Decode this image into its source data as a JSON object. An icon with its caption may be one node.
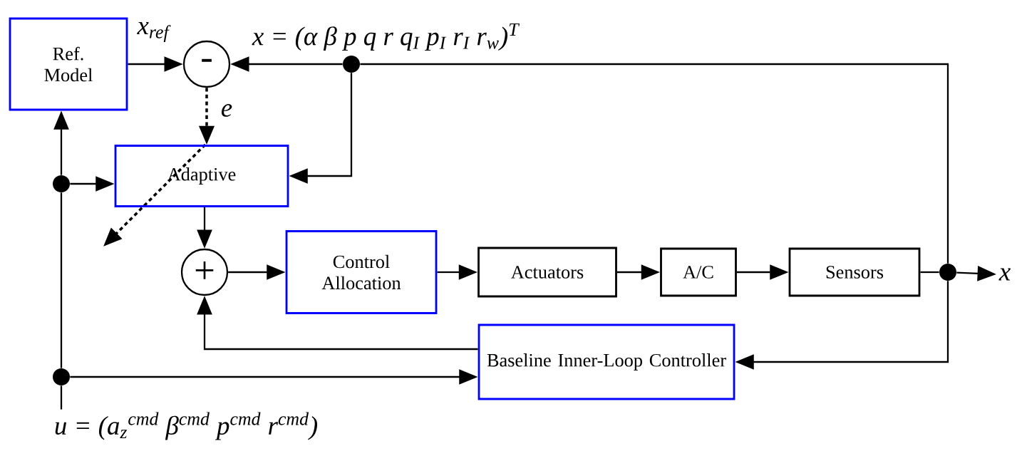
{
  "diagram": {
    "nodes": [
      {
        "text": [
          "Ref. Model"
        ]
      },
      {
        "text": [
          "-"
        ]
      },
      {
        "text": [
          "Adaptive"
        ]
      },
      {
        "text": [
          "+"
        ]
      },
      {
        "text": [
          "Control Allocation"
        ]
      },
      {
        "text": [
          "Actuators"
        ]
      },
      {
        "text": [
          "A/C"
        ]
      },
      {
        "text": [
          "Sensors"
        ]
      },
      {
        "text": [
          "Baseline Inner-Loop Controller"
        ]
      },
      {
        "text": [],
        "shape": "circle"
      },
      {
        "text": [],
        "shape": "circle"
      },
      {
        "text": [],
        "shape": "circle"
      },
      {
        "text": [],
        "shape": "circle"
      },
      {
        "text": [
          "x"
        ]
      },
      {
        "text": [
          "u = (a$_{z}$$^{cmd}$   β$^{cmd}$   p$^{cmd}$   r$^{cmd}$)"
        ]
      }
    ],
    "edges": [
      {
        "from": 0,
        "to": 1,
        "arrow": "to",
        "label": "x$_{ref}$"
      },
      {
        "from": 9,
        "to": 1,
        "arrow": "to"
      },
      {
        "from": 1,
        "to": 2,
        "arrow": "to",
        "label": "e",
        "style": "dashed"
      },
      {
        "from": 9,
        "to": 2,
        "arrow": "to"
      },
      {
        "from": 7,
        "to": 10,
        "arrow": "none"
      },
      {
        "from": 10,
        "to": 9,
        "arrow": "none"
      },
      {
        "from": 10,
        "to": 13,
        "arrow": "to"
      },
      {
        "from": 10,
        "to": 8,
        "arrow": "to"
      },
      {
        "from": 2,
        "to": 3,
        "arrow": "to"
      },
      {
        "from": 3,
        "to": 4,
        "arrow": "to"
      },
      {
        "from": 4,
        "to": 5,
        "arrow": "to"
      },
      {
        "from": 5,
        "to": 6,
        "arrow": "to"
      },
      {
        "from": 6,
        "to": 7,
        "arrow": "to"
      },
      {
        "from": 8,
        "to": 3,
        "arrow": "to"
      },
      {
        "from": 14,
        "to": 12,
        "arrow": "none"
      },
      {
        "from": 12,
        "to": 11,
        "arrow": "none"
      },
      {
        "from": 11,
        "to": 0,
        "arrow": "to"
      },
      {
        "from": 11,
        "to": 2,
        "arrow": "to"
      },
      {
        "from": 12,
        "to": 8,
        "arrow": "to"
      }
    ],
    "labels": [
      "x = (α   β   p   q   r   q$_{I}$   p$_{I}$   r$_{I}$   r$_{w}$)$^{T}$"
    ]
  }
}
